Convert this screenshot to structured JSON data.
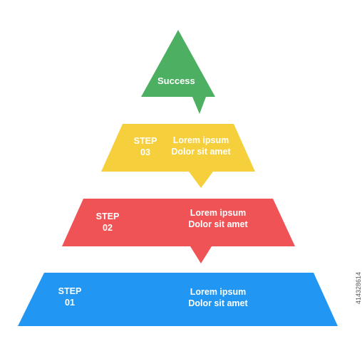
{
  "colors": {
    "success": "#4caf62",
    "step3": "#f6cf3c",
    "step2": "#ef5356",
    "step1": "#2196f3",
    "text": "#ffffff"
  },
  "levels": {
    "top": {
      "label": "Success"
    },
    "step3": {
      "step": "STEP",
      "number": "03",
      "line1": "Lorem ipsum",
      "line2": "Dolor sit amet"
    },
    "step2": {
      "step": "STEP",
      "number": "02",
      "line1": "Lorem ipsum",
      "line2": "Dolor sit amet"
    },
    "step1": {
      "step": "STEP",
      "number": "01",
      "line1": "Lorem ipsum",
      "line2": "Dolor sit amet"
    }
  },
  "watermark": "414328614"
}
